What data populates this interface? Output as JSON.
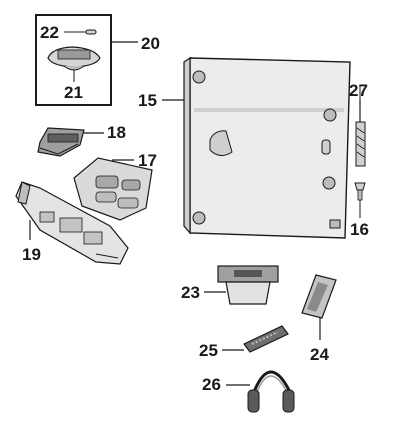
{
  "callouts": {
    "p15": "15",
    "p16": "16",
    "p17": "17",
    "p18": "18",
    "p19": "19",
    "p20": "20",
    "p21": "21",
    "p22": "22",
    "p23": "23",
    "p24": "24",
    "p25": "25",
    "p26": "26",
    "p27": "27"
  },
  "colors": {
    "ink": "#1a1a1a",
    "part_fill": "#e4e4e4",
    "part_shade": "#b8b8b8",
    "part_dark": "#555555"
  }
}
